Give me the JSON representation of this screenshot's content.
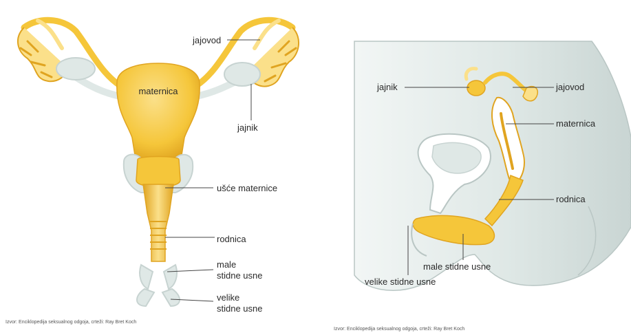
{
  "left": {
    "labels": {
      "uterus": "maternica",
      "fallopian_tube": "jajovod",
      "ovary": "jajnik",
      "cervix": "ušće maternice",
      "vagina": "rodnica",
      "labia_minora_1": "male",
      "labia_minora_2": "stidne usne",
      "labia_majora_1": "velike",
      "labia_majora_2": "stidne usne"
    },
    "source": "Izvor: Enciklopedija seksualnog odgoja, crteži: Ray Bret Koch"
  },
  "right": {
    "labels": {
      "ovary": "jajnik",
      "fallopian_tube": "jajovod",
      "uterus": "maternica",
      "vagina": "rodnica",
      "labia_minora": "male stidne usne",
      "labia_majora": "velike stidne usne"
    },
    "source": "Izvor: Enciklopedija seksualnog odgoja, crteži: Ray Bret Koch"
  },
  "colors": {
    "organ": "#f5c63a",
    "organ_light": "#fbe08a",
    "organ_dark": "#e0a420",
    "tissue": "#dfe8e6",
    "tissue_dark": "#c7d3d1",
    "leader": "#444444"
  }
}
